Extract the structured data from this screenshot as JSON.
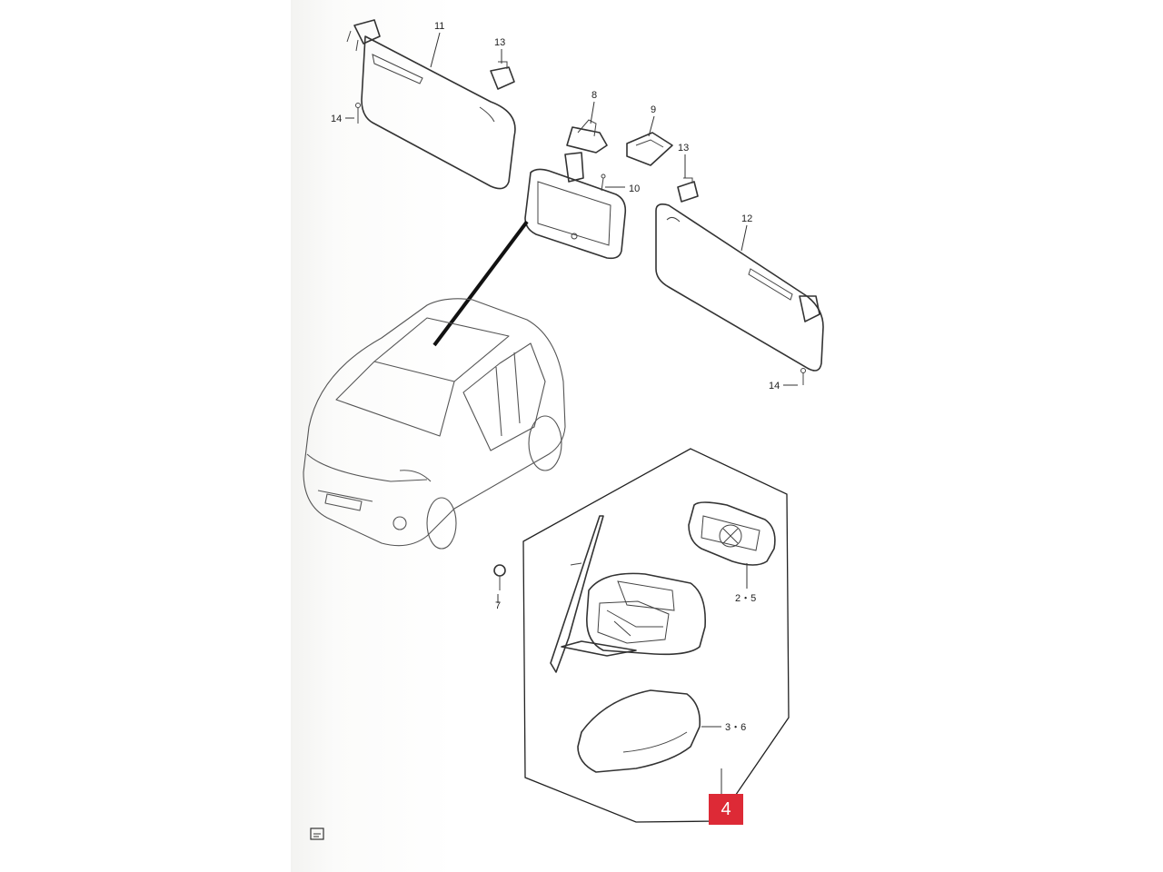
{
  "callouts": {
    "c11": "11",
    "c13a": "13",
    "c14a": "14",
    "c8": "8",
    "c9": "9",
    "c13b": "13",
    "c10": "10",
    "c12": "12",
    "c14b": "14",
    "c7": "7",
    "c25": "2・5",
    "c36": "3・6"
  },
  "highlight": {
    "number": "4",
    "color": "#dd2a36"
  }
}
